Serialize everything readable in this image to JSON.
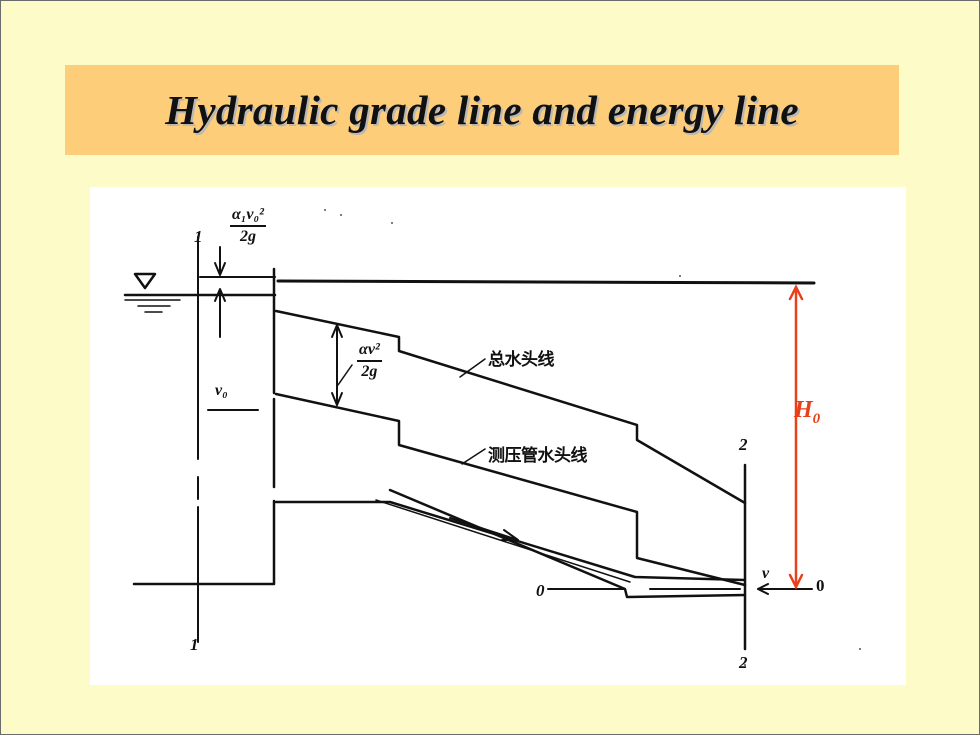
{
  "title": "Hydraulic grade line and energy line",
  "diagram": {
    "energy_line_label": "总水头线",
    "hydraulic_grade_line_label": "测压管水头线",
    "velocity_head_inlet": {
      "numerator": "α₁v₀²",
      "denominator": "2g"
    },
    "velocity_head_pipe": {
      "numerator": "αv²",
      "denominator": "2g"
    },
    "inlet_velocity": "v₀",
    "outlet_velocity": "v",
    "section_1_top": "1",
    "section_1_bottom": "1",
    "section_2_top": "2",
    "section_2_bottom": "2",
    "datum_left": "0",
    "datum_right": "0",
    "total_head_label": "H",
    "total_head_subscript": "0",
    "colors": {
      "title_bar": "#fdcd7a",
      "background": "#fdfcc8",
      "head_arrow": "#e8401a"
    }
  }
}
